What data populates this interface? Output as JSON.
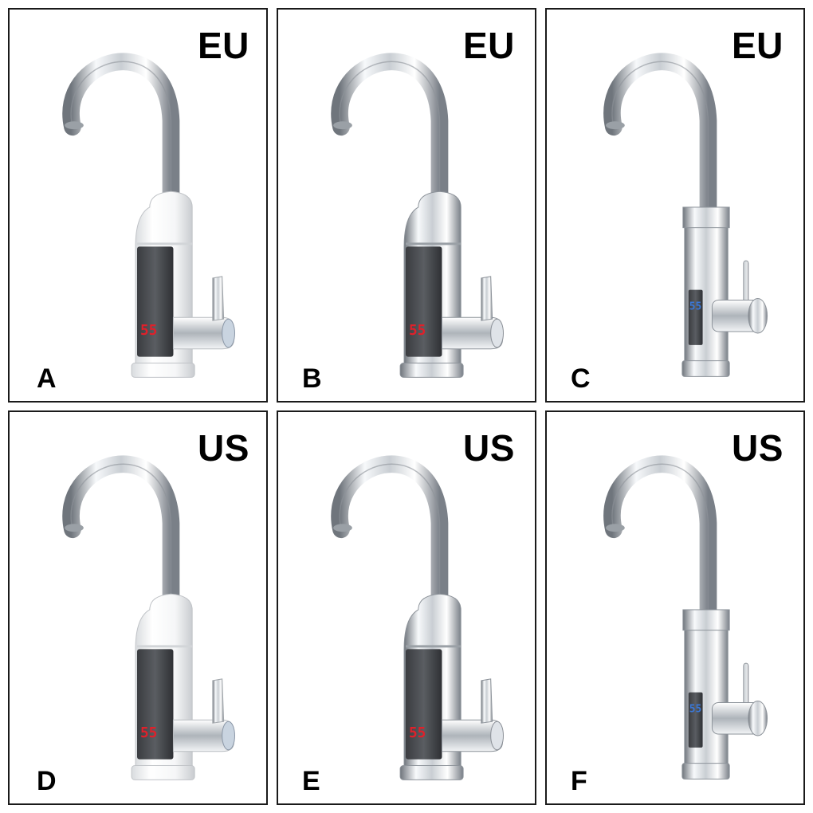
{
  "panels": [
    {
      "id": "A",
      "region": "EU",
      "letter": "A",
      "style": "white",
      "display": "55"
    },
    {
      "id": "B",
      "region": "EU",
      "letter": "B",
      "style": "chrome",
      "display": "55"
    },
    {
      "id": "C",
      "region": "EU",
      "letter": "C",
      "style": "chrome-cylinder",
      "display": "55"
    },
    {
      "id": "D",
      "region": "US",
      "letter": "D",
      "style": "white",
      "display": "55"
    },
    {
      "id": "E",
      "region": "US",
      "letter": "E",
      "style": "chrome",
      "display": "55"
    },
    {
      "id": "F",
      "region": "US",
      "letter": "F",
      "style": "chrome-cylinder",
      "display": "55"
    }
  ],
  "colors": {
    "border": "#1a1a1a",
    "red_display": "#e0202a",
    "blue_display": "#3a78d8",
    "chrome_light": "#f4f6f8",
    "chrome_dark": "#7a8088"
  },
  "icons": [
    "faucet-icon"
  ]
}
